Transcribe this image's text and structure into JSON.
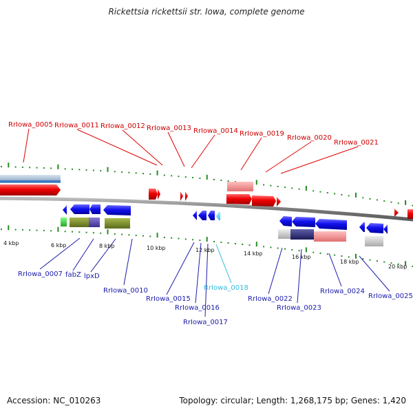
{
  "title": "Rickettsia rickettsii str. Iowa, complete genome",
  "footer": {
    "accession": "Accession: NC_010263",
    "summary": "Topology: circular; Length: 1,268,175 bp; Genes: 1,420"
  },
  "colors": {
    "forward_gene": "#ee0000",
    "reverse_gene": "#1111ee",
    "highlight_gene": "#55ccff",
    "tick": "#228b22",
    "backbone": "#808080",
    "label_red": "#cc0000",
    "label_blue": "#1a1aaa",
    "label_cyan": "#33bbdd"
  },
  "kbp_labels": [
    "4 kbp",
    "6 kbp",
    "8 kbp",
    "10 kbp",
    "12 kbp",
    "14 kbp",
    "16 kbp",
    "18 kbp",
    "20 kbp"
  ],
  "top_labels": [
    "RrIowa_0005",
    "RrIowa_0011",
    "RrIowa_0012",
    "RrIowa_0013",
    "RrIowa_0014",
    "RrIowa_0019",
    "RrIowa_0020",
    "RrIowa_0021"
  ],
  "bottom_labels": [
    "RrIowa_0007",
    "fabZ",
    "lpxD",
    "RrIowa_0010",
    "RrIowa_0015",
    "RrIowa_0016",
    "RrIowa_0017",
    "RrIowa_0018",
    "RrIowa_0022",
    "RrIowa_0023",
    "RrIowa_0024",
    "RrIowa_0025"
  ]
}
